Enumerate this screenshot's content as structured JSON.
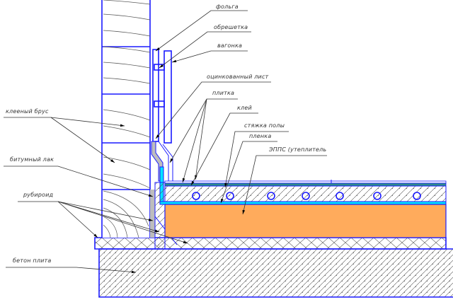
{
  "title": "Узел примыкания пола к стене из клееного бруса",
  "labels": {
    "folga": "фольга",
    "obreshetka": "обрешетка",
    "vagonka": "вагонка",
    "ocink_list": "оцинкованный лист",
    "plitka": "плитка",
    "klei": "клей",
    "styazhka": "стяжка полы",
    "plenka": "пленка",
    "epps": "ЭППС (утеплитель",
    "brus": "клееный брус",
    "bitum": "битумный лак",
    "rubiroid": "рубироид",
    "beton": "бетон плита"
  },
  "colors": {
    "outline": "#1a1aff",
    "insulation": "#ffab5c",
    "tile": "#2e8b8b",
    "film": "#00e5ff",
    "zinc_sheet": "#bdbdbd",
    "hatch": "#555555"
  }
}
